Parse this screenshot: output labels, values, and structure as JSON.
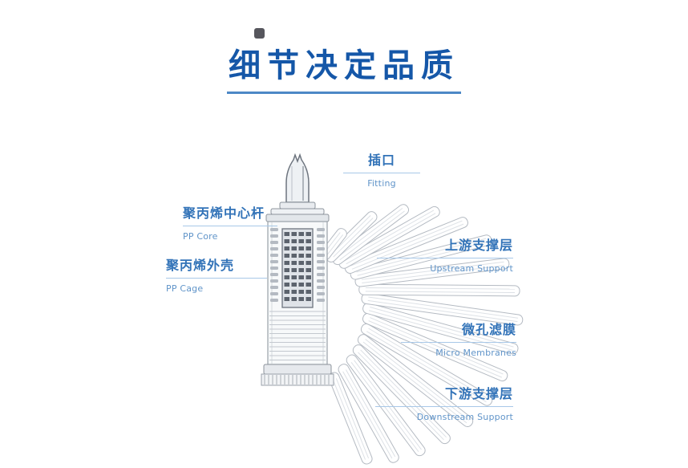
{
  "title": {
    "text": "细节决定品质"
  },
  "labels": {
    "fitting": {
      "zh": "插口",
      "en": "Fitting"
    },
    "pp_core": {
      "zh": "聚丙烯中心杆",
      "en": "PP Core"
    },
    "pp_cage": {
      "zh": "聚丙烯外壳",
      "en": "PP Cage"
    },
    "upstream": {
      "zh": "上游支撑层",
      "en": "Upstream Support"
    },
    "membrane": {
      "zh": "微孔滤膜",
      "en": "Micro Membranes"
    },
    "downstream": {
      "zh": "下游支撑层",
      "en": "Downstream Support"
    }
  },
  "colors": {
    "title_blue": "#1557a8",
    "title_underline": "#4d88c6",
    "label_blue": "#3273b8",
    "label_en_blue": "#6094c9",
    "callout_line_blue": "#a8c8e8",
    "diagram_gray": "#99a0a8"
  },
  "diagram": {
    "name": "pleated-membrane-filter-cartridge-exploded-view"
  }
}
